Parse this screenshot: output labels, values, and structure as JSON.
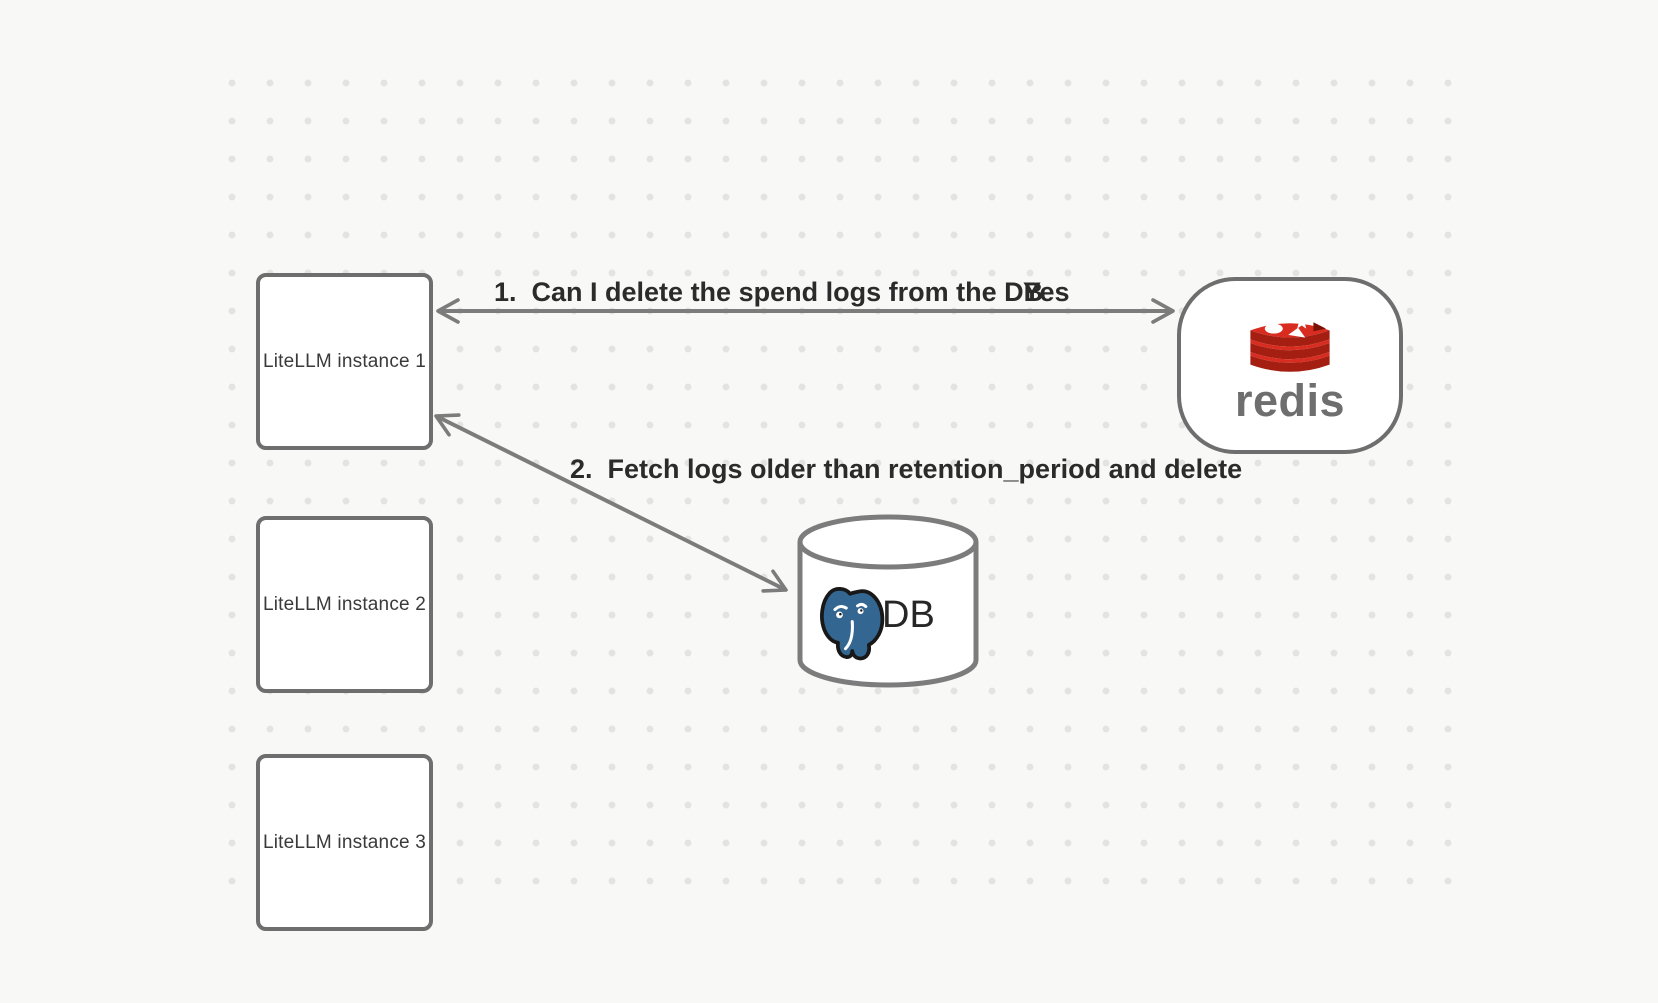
{
  "diagram": {
    "instances": [
      {
        "label": "LiteLLM instance 1"
      },
      {
        "label": "LiteLLM instance 2"
      },
      {
        "label": "LiteLLM instance 3"
      }
    ],
    "redis": {
      "label": "redis"
    },
    "db": {
      "label": "DB"
    },
    "edges": {
      "request": {
        "label": "1.  Can I delete the spend logs from the DB",
        "response": "Yes"
      },
      "fetch": {
        "label": "2.  Fetch logs older than retention_period and delete"
      }
    }
  },
  "colors": {
    "background": "#f8f8f6",
    "dot_grid": "#e4e3e1",
    "node_border": "#6e6e6e",
    "arrow": "#7c7c7c",
    "label_text": "#2b2b2b",
    "redis_bright_red": "#d82c20",
    "redis_dark_red": "#a41e11",
    "postgres_blue": "#336791"
  }
}
